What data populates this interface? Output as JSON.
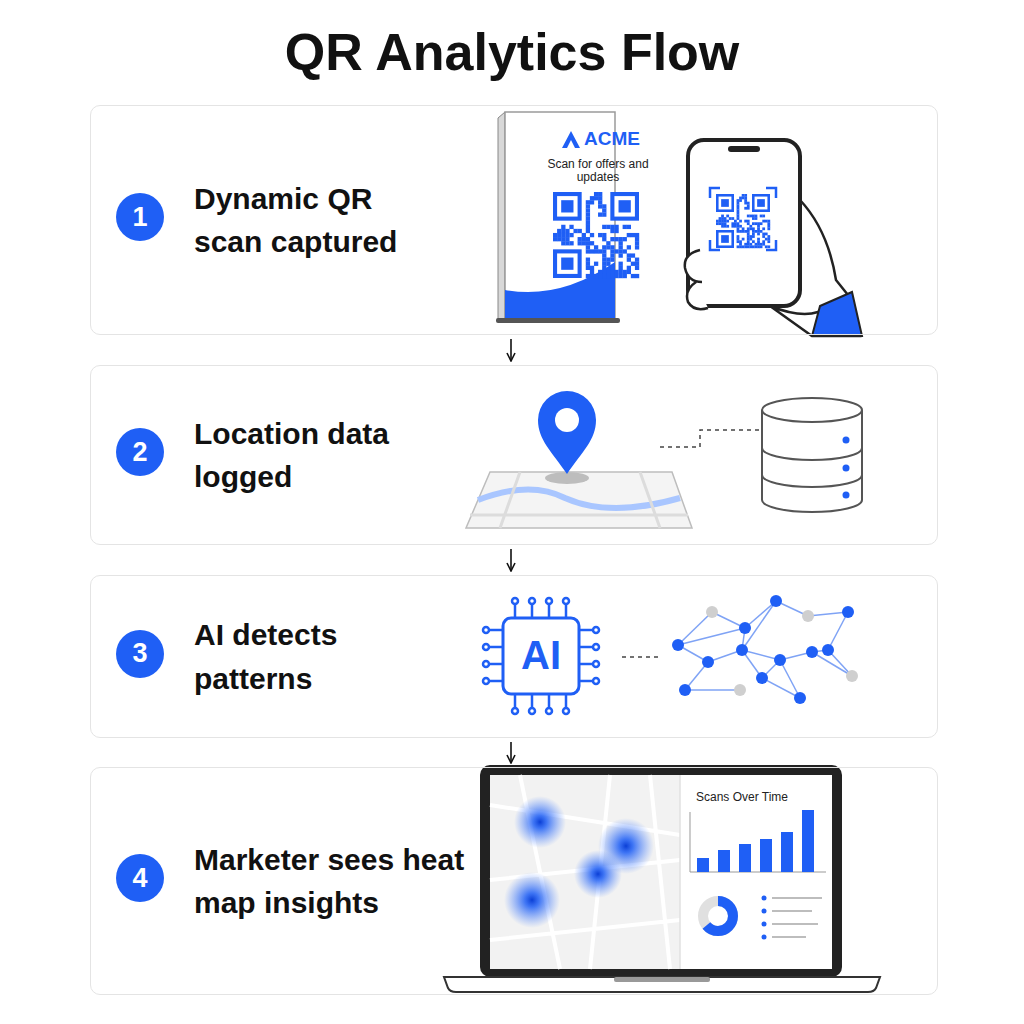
{
  "diagram": {
    "title": "QR Analytics Flow",
    "nodes": [
      {
        "text": [
          "Dynamic QR scan captured"
        ]
      },
      {
        "text": [
          "1"
        ],
        "in": 0
      },
      {
        "text": [
          "Location data logged"
        ]
      },
      {
        "text": [
          "2"
        ],
        "in": 2
      },
      {
        "text": [
          "AI detects patterns"
        ]
      },
      {
        "text": [
          "3"
        ],
        "in": 4
      },
      {
        "text": [
          "Marketer sees heat map insights"
        ]
      },
      {
        "text": [
          "4"
        ],
        "in": 6
      }
    ],
    "edges": [
      {
        "from": 0,
        "to": 2,
        "arrow": "to"
      },
      {
        "from": 2,
        "to": 4,
        "arrow": "to"
      },
      {
        "from": 4,
        "to": 6,
        "arrow": "to"
      }
    ],
    "labels": [
      "ACME",
      "Scan for offers and updates",
      "AI",
      "Scans Over Time"
    ]
  }
}
